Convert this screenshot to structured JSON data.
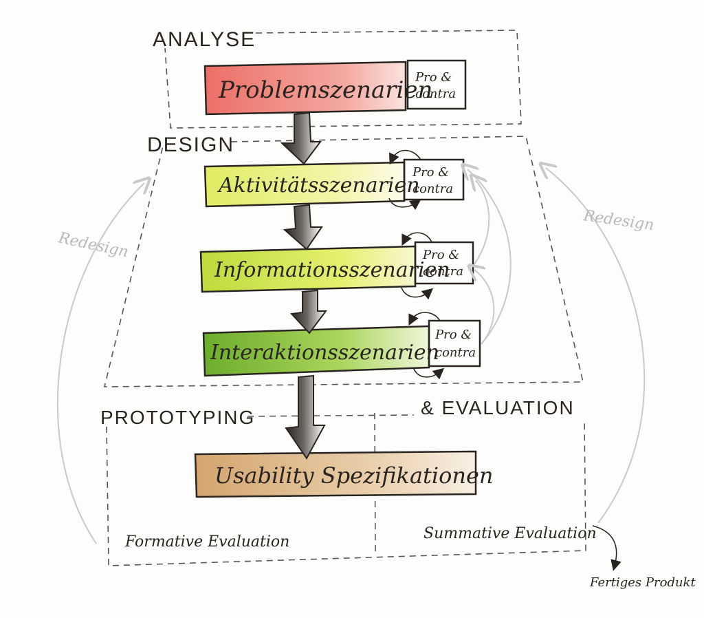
{
  "colors": {
    "problem": "#ec6f66",
    "activity": "#e6ee6e",
    "information": "#c8e046",
    "interaction": "#7ab832",
    "usability": "#d8ab78",
    "ink": "#2a2420",
    "redesign_grey": "#c9c9c9"
  },
  "phases": {
    "analyse": "ANALYSE",
    "design": "DESIGN",
    "prototyping": "PROTOTYPING",
    "evaluation": "& EVALUATION"
  },
  "boxes": {
    "problem": "Problemszenarien",
    "activity": "Aktivitätsszenarien",
    "information": "Informationsszenarien",
    "interaction": "Interaktionsszenarien",
    "usability": "Usability Spezifikationen"
  },
  "procontra": {
    "line1": "Pro &",
    "line2": "contra"
  },
  "evaluation": {
    "formative": "Formative Evaluation",
    "summative": "Summative Evaluation"
  },
  "redesign": {
    "left": "Redesign",
    "right": "Redesign"
  },
  "output": {
    "final_product": "Fertiges Produkt"
  }
}
